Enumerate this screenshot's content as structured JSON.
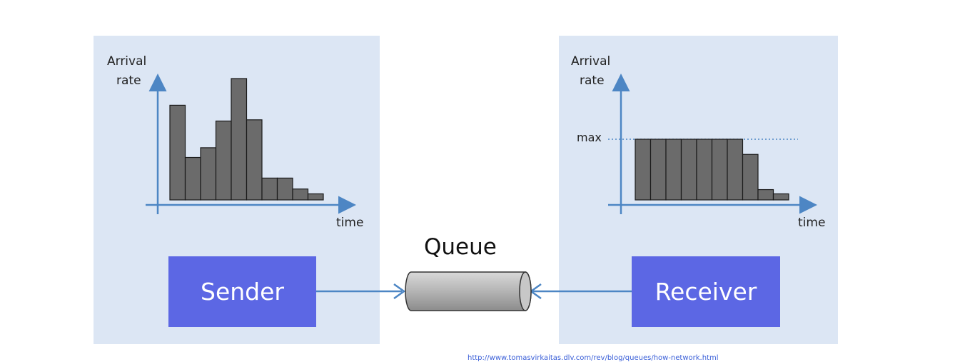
{
  "left_panel": {
    "ylabel_line1": "Arrival",
    "ylabel_line2": "rate",
    "xlabel": "time",
    "bars": [
      0.78,
      0.35,
      0.43,
      0.65,
      1.0,
      0.66,
      0.18,
      0.18,
      0.09,
      0.05
    ]
  },
  "right_panel": {
    "ylabel_line1": "Arrival",
    "ylabel_line2": "rate",
    "xlabel": "time",
    "max_label": "max",
    "bars": [
      1.0,
      1.0,
      1.0,
      1.0,
      1.0,
      1.0,
      1.0,
      0.75,
      0.17,
      0.1
    ]
  },
  "queue_label": "Queue",
  "sender_label": "Sender",
  "receiver_label": "Receiver",
  "source_url": "http://www.tomasvirkaitas.dlv.com/rev/blog/queues/how-network.html",
  "colors": {
    "panel_bg": "#dce6f4",
    "box": "#5c67e4",
    "bar": "#6b6b6b",
    "axis": "#4d86c4"
  }
}
